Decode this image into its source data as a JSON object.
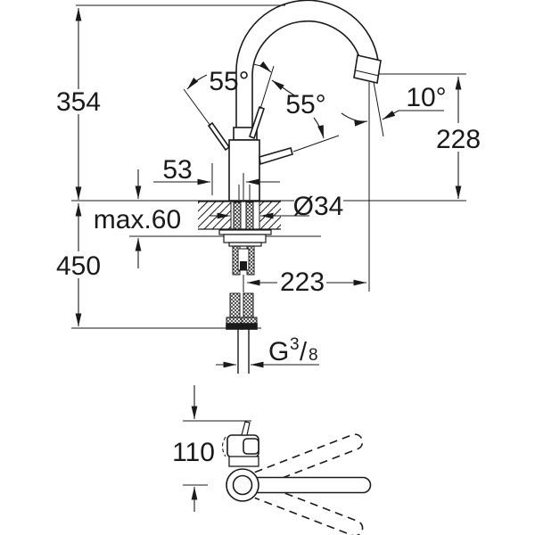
{
  "drawing": {
    "background": "#ffffff",
    "line_color": "#1a1a1a",
    "front_view": {
      "height_above_mount": "354",
      "height_below_mount": "450",
      "max_mount_thickness": "max.60",
      "handle_projection": "53",
      "hole_diameter": "Ø34",
      "outlet_height": "228",
      "outlet_angle": "10°",
      "handle_swing_front": "55°",
      "handle_swing_back": "55°",
      "spout_reach": "223",
      "thread": {
        "prefix": "G",
        "numerator": "3",
        "slash": "/",
        "denominator": "8"
      }
    },
    "top_view": {
      "handle_length": "110"
    }
  }
}
